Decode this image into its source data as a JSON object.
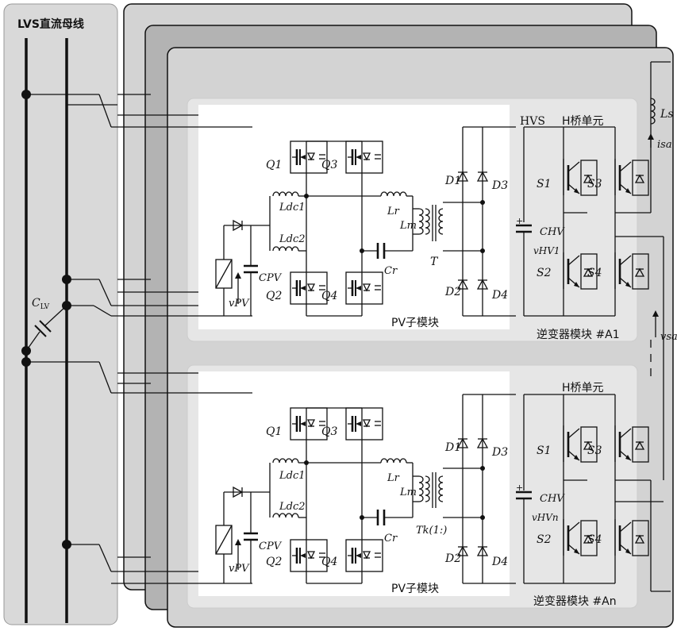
{
  "lvs_bus_label": "LVS直流母线",
  "labels": {
    "c_lv_main": "C",
    "c_lv_sub": "LV",
    "plus": "+",
    "q1": "Q1",
    "q2": "Q2",
    "q3": "Q3",
    "q4": "Q4",
    "ldc1": "Ldc1",
    "ldc2": "Ldc2",
    "lr": "Lr",
    "lm": "Lm",
    "cr": "Cr",
    "cpv": "CPV",
    "vpv": "vPV",
    "t": "T",
    "tk": "Tk(1:)",
    "d1": "D1",
    "d2": "D2",
    "d3": "D3",
    "d4": "D4",
    "chv": "CHV",
    "vhv1": "vHV1",
    "vhvn": "vHVn",
    "s1": "S1",
    "s2": "S2",
    "s3": "S3",
    "s4": "S4",
    "hvs": "HVS",
    "h_bridge": "H桥单元",
    "pv_submodule": "PV子模块",
    "inverter_a1": "逆变器模块 #A1",
    "inverter_an": "逆变器模块 #An",
    "ls": "Ls",
    "isa": "isa",
    "vsa": "vsa"
  }
}
